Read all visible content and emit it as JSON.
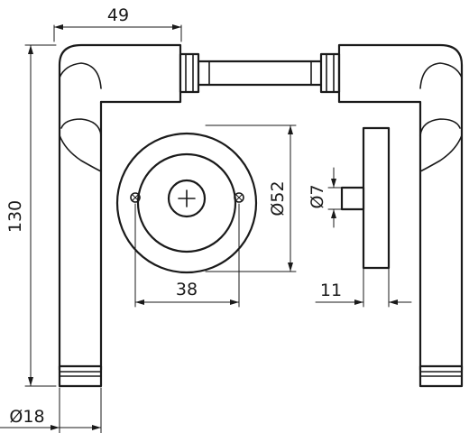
{
  "dimensions": {
    "handle_projection": "49",
    "overall_height": "130",
    "rose_diameter": "Ø52",
    "screw_spacing": "38",
    "spindle_diameter": "Ø7",
    "rose_thickness": "11",
    "grip_diameter": "Ø18"
  }
}
